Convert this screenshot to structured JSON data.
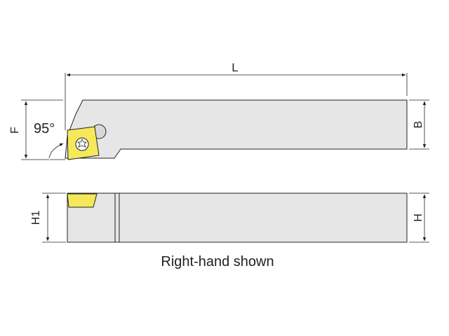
{
  "labels": {
    "length": "L",
    "width": "B",
    "functional_width": "F",
    "angle": "95°",
    "height_left": "H1",
    "height_right": "H",
    "caption": "Right-hand shown"
  },
  "colors": {
    "body_fill": "#e6e6e6",
    "outline": "#222222",
    "insert_fill": "#f5e85a",
    "background": "#ffffff"
  }
}
